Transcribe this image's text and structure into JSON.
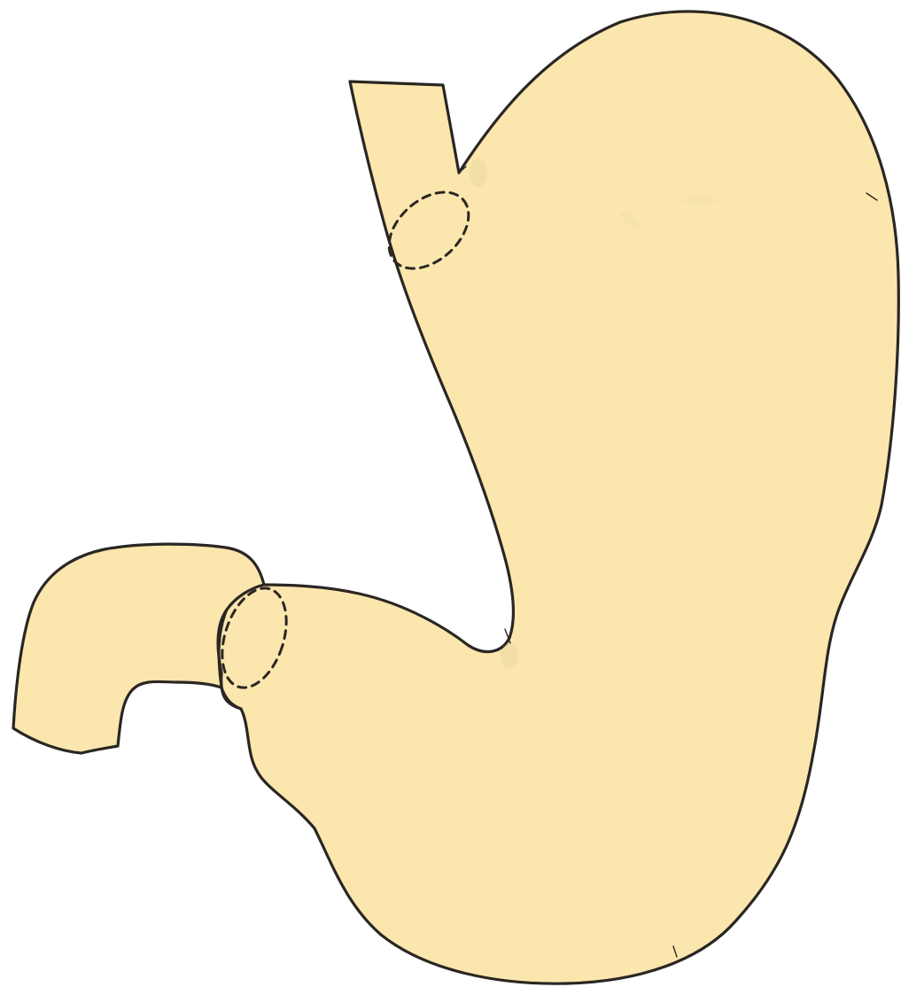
{
  "figure": {
    "subject": "stomach",
    "style": "line drawing with solid fill, no labels",
    "fill_color": "#FBE6AE",
    "outline_color": "#2A2622",
    "background_color": "#FFFFFF",
    "parts": [
      {
        "id": "esophagus",
        "fill": "#FBE6AE"
      },
      {
        "id": "stomach-body",
        "fill": "#FBE6AE"
      },
      {
        "id": "duodenum",
        "fill": "#FBE6AE"
      }
    ],
    "sphincters": [
      {
        "id": "lower-esophageal-sphincter",
        "style": "dashed ellipse"
      },
      {
        "id": "pyloric-sphincter",
        "style": "dashed ellipse"
      }
    ]
  }
}
